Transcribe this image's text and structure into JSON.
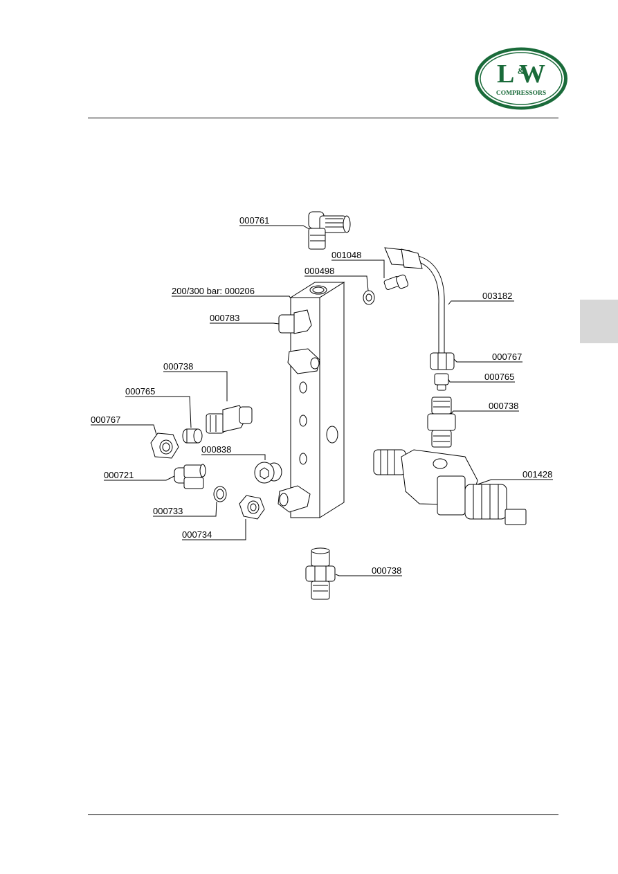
{
  "logo": {
    "brand_mark": "L&W",
    "subtitle": "COMPRESSORS",
    "colors": {
      "green": "#1a6b3a",
      "white": "#ffffff"
    }
  },
  "side_tab_color": "#d7d7d7",
  "labels": {
    "p000761": "000761",
    "p001048": "001048",
    "p000498": "000498",
    "p000206": "200/300 bar: 000206",
    "p003182": "003182",
    "p000783": "000783",
    "p000767_right": "000767",
    "p000738_left": "000738",
    "p000765_right": "000765",
    "p000765_left": "000765",
    "p000738_right": "000738",
    "p000767_left": "000767",
    "p000838": "000838",
    "p001428": "001428",
    "p000721": "000721",
    "p000733": "000733",
    "p000734": "000734",
    "p000738_bottom": "000738"
  }
}
